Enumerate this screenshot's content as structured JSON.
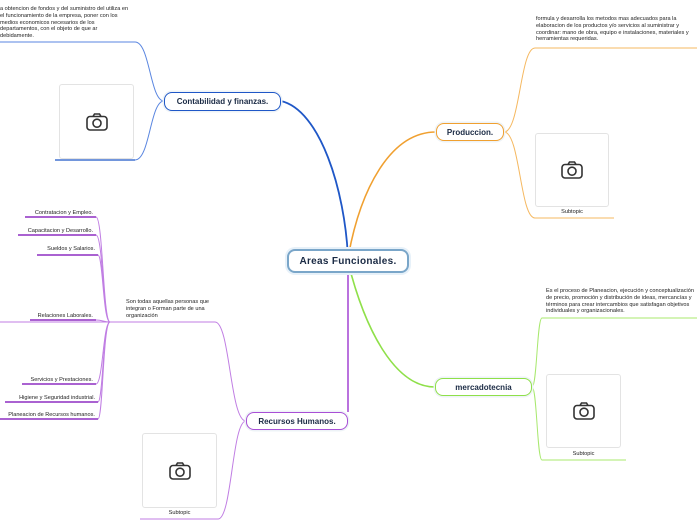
{
  "central": "Areas Funcionales.",
  "branches": {
    "contabilidad": {
      "title": "Contabilidad y finanzas.",
      "text": "a obtencion de fondos y del suministro del utiliza en el funcionamiento de la empresa, poner con los medios economicos necesarios de los departamentos, con el objeto de que ar debidamente."
    },
    "produccion": {
      "title": "Produccion.",
      "text": "formula y desarrolla los metodos mas adecuados para la elaboracion de los productos y/o servicios al suministrar y coordinar: mano de obra, equipo e instalaciones, materiales y herramientas requeridas.",
      "subtopic": "Subtopic"
    },
    "mercadotecnia": {
      "title": "mercadotecnia",
      "text": "Es el proceso de Planeacion, ejecución y conceptualización de precio, promoción y distribución de ideas, mercancías y términos para crear intercambios que satisfagan objetivos individuales y organizacionales.",
      "subtopic": "Subtopic"
    },
    "rrhh": {
      "title": "Recursos Humanos.",
      "text": "Son todas aquellas personas que integran o Forman parte de una organización",
      "subtopic": "Subtopic",
      "items": [
        "Contratacion y Empleo.",
        "Capacitacion y Desarrollo.",
        "Sueldos y Salarios.",
        "Relaciones Laborales.",
        "Servicios y Prestaciones.",
        "Higiene y Seguridad industrial.",
        "Planeacion de Recursos humanos."
      ]
    }
  },
  "colors": {
    "contabilidad": "#1f57c7",
    "produccion": "#f0a030",
    "mercadotecnia": "#8fe04a",
    "rrhh": "#a84fd6",
    "central_border": "#7aa6c9"
  },
  "icons": {
    "image_placeholder": "camera-icon"
  }
}
